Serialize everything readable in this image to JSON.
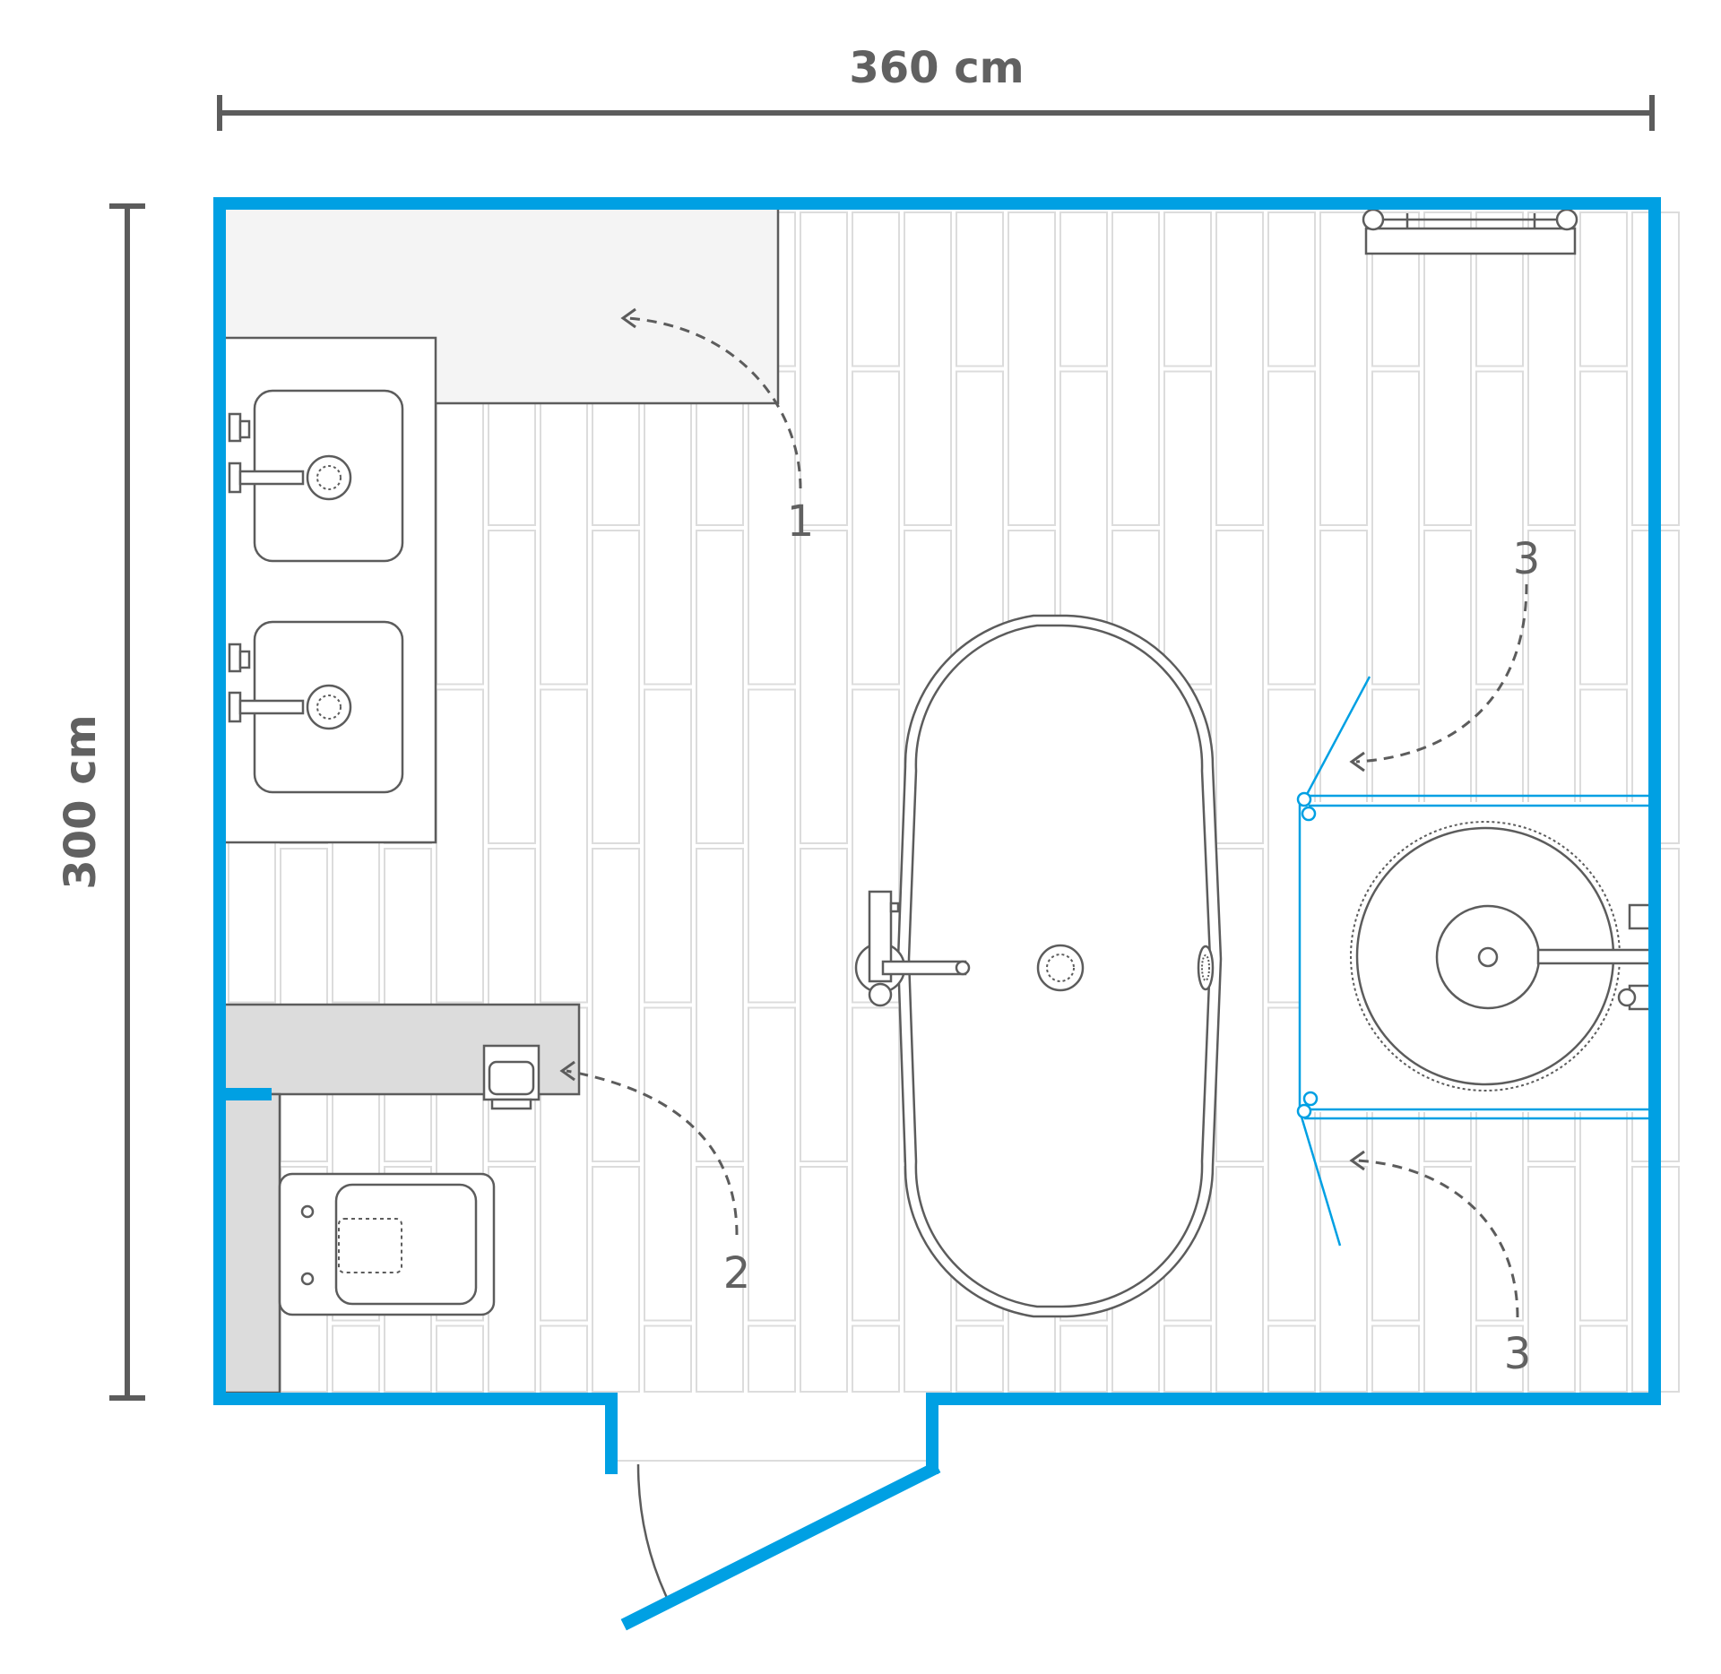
{
  "dimensions": {
    "width_label": "360 cm",
    "height_label": "300 cm"
  },
  "callouts": [
    {
      "label": "1"
    },
    {
      "label": "2"
    },
    {
      "label": "3"
    },
    {
      "label": "3"
    }
  ],
  "colors": {
    "wall": "#00a0e3",
    "line": "#5c5c5c",
    "text": "#616161",
    "tile": "#dcdcdc",
    "counter_light": "#f4f4f4",
    "counter_dark": "#dcdcdc"
  }
}
